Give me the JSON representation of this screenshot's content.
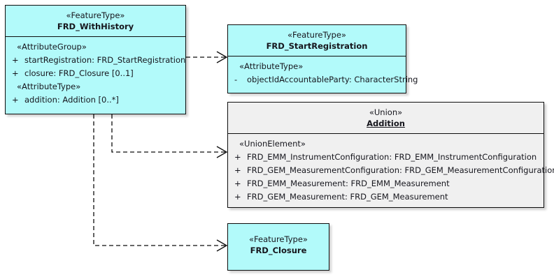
{
  "diagram": {
    "type": "uml-class-diagram",
    "background": "#ffffff",
    "colors": {
      "feature_type_fill": "#b2fafa",
      "union_fill": "#f0f0f0",
      "border": "#0d0d0d",
      "text": "#16161d"
    },
    "classes": [
      {
        "id": "frd-withhistory",
        "stereotype": "«FeatureType»",
        "name": "FRD_WithHistory",
        "name_underlined": false,
        "fill": "feature_type",
        "compartments": [
          {
            "group_stereotype": "«AttributeGroup»",
            "attributes": [
              {
                "visibility": "+",
                "text": "startRegistration: FRD_StartRegistration"
              },
              {
                "visibility": "+",
                "text": "closure: FRD_Closure [0..1]"
              }
            ]
          },
          {
            "group_stereotype": "«AttributeType»",
            "attributes": [
              {
                "visibility": "+",
                "text": "addition: Addition [0..*]"
              }
            ]
          }
        ]
      },
      {
        "id": "frd-startregistration",
        "stereotype": "«FeatureType»",
        "name": "FRD_StartRegistration",
        "name_underlined": false,
        "fill": "feature_type",
        "compartments": [
          {
            "group_stereotype": "«AttributeType»",
            "attributes": [
              {
                "visibility": "-",
                "text": "objectIdAccountableParty: CharacterString"
              }
            ]
          }
        ]
      },
      {
        "id": "addition",
        "stereotype": "«Union»",
        "name": "Addition",
        "name_underlined": true,
        "fill": "union",
        "compartments": [
          {
            "group_stereotype": "«UnionElement»",
            "attributes": [
              {
                "visibility": "+",
                "text": "FRD_EMM_InstrumentConfiguration: FRD_EMM_InstrumentConfiguration"
              },
              {
                "visibility": "+",
                "text": "FRD_GEM_MeasurementConfiguration: FRD_GEM_MeasurementConfiguration"
              },
              {
                "visibility": "+",
                "text": "FRD_EMM_Measurement: FRD_EMM_Measurement"
              },
              {
                "visibility": "+",
                "text": "FRD_GEM_Measurement: FRD_GEM_Measurement"
              }
            ]
          }
        ]
      },
      {
        "id": "frd-closure",
        "stereotype": "«FeatureType»",
        "name": "FRD_Closure",
        "name_underlined": false,
        "fill": "feature_type",
        "compartments": []
      }
    ],
    "connectors": [
      {
        "id": "withhistory-to-startregistration",
        "style": "dashed-open-arrow",
        "from": "frd-withhistory",
        "to": "frd-startregistration",
        "label": ""
      },
      {
        "id": "withhistory-to-addition",
        "style": "dashed-open-arrow",
        "from": "frd-withhistory",
        "to": "addition",
        "label": ""
      },
      {
        "id": "withhistory-to-closure",
        "style": "dashed-open-arrow",
        "from": "frd-withhistory",
        "to": "frd-closure",
        "label": ""
      }
    ]
  }
}
